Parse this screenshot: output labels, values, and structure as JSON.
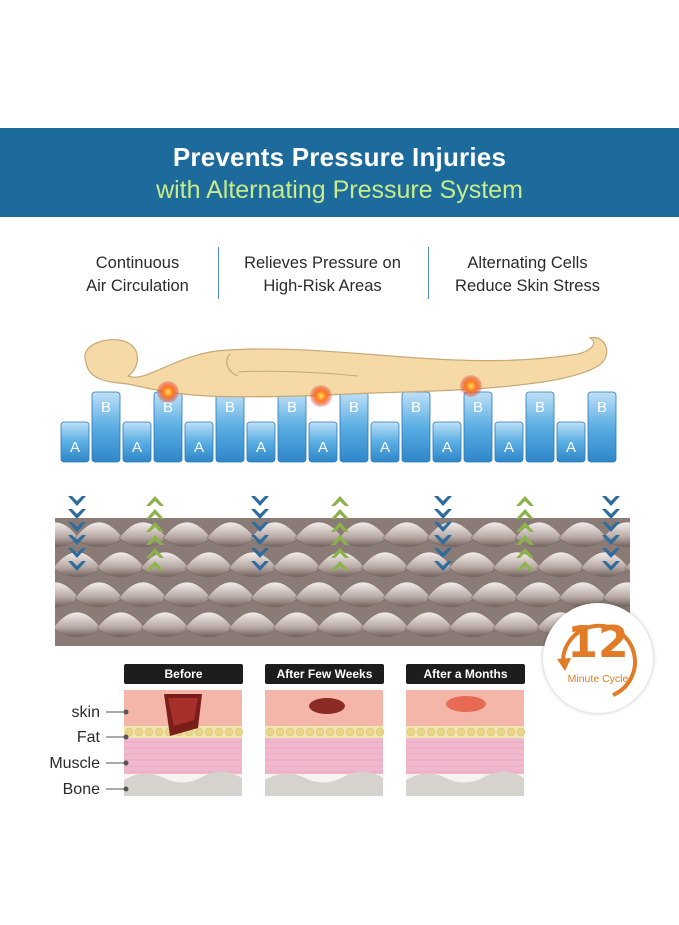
{
  "header": {
    "title": "Prevents Pressure Injuries",
    "subtitle": "with Alternating Pressure System"
  },
  "features": [
    {
      "line1": "Continuous",
      "line2": "Air Circulation"
    },
    {
      "line1": "Relieves Pressure on",
      "line2": "High-Risk Areas"
    },
    {
      "line1": "Alternating Cells",
      "line2": "Reduce Skin Stress"
    }
  ],
  "cells": {
    "label_a": "A",
    "label_b": "B"
  },
  "cycle_badge": {
    "number": "12",
    "caption": "Minute Cycle"
  },
  "stages": [
    {
      "label": "Before"
    },
    {
      "label": "After Few Weeks"
    },
    {
      "label": "After a Months"
    }
  ],
  "layers": [
    "skin",
    "Fat",
    "Muscle",
    "Bone"
  ],
  "colors": {
    "banner": "#1d6a9c",
    "subtitle": "#c8ec8a",
    "cell_blue": "#4a9ed8",
    "arrow_down": "#2e6c9e",
    "arrow_up": "#8bb34a",
    "accent_orange": "#e27b26"
  }
}
